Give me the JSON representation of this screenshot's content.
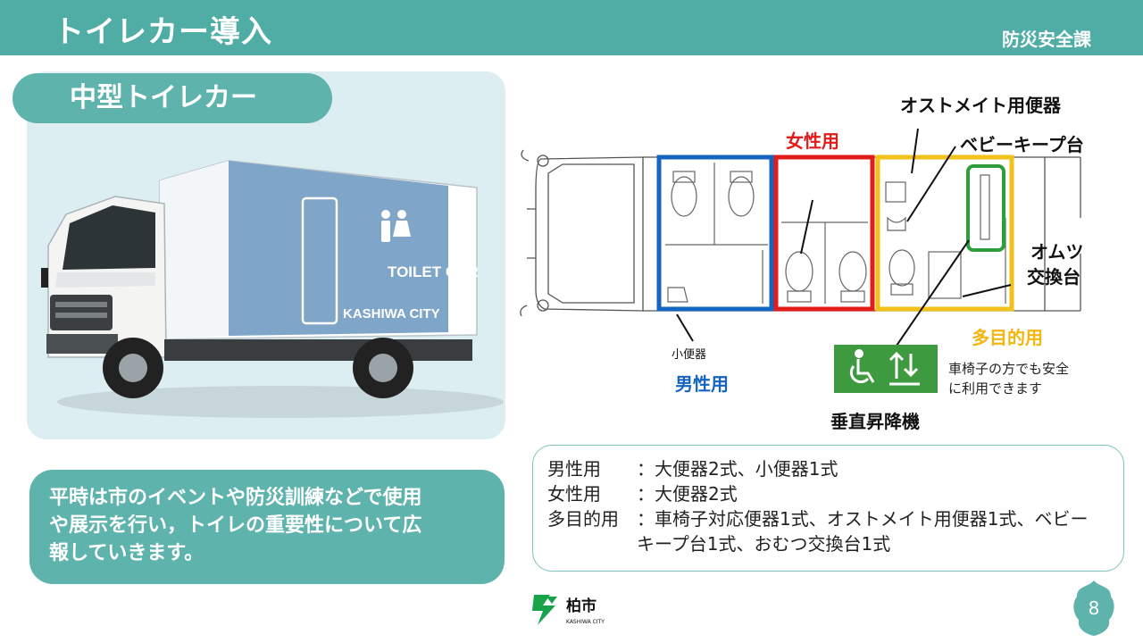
{
  "header": {
    "title": "トイレカー導入",
    "department": "防災安全課"
  },
  "section": {
    "title": "中型トイレカー"
  },
  "truck": {
    "side_text": "TOILET CAR",
    "city_text": "KASHIWA CITY",
    "badge_text": "柏市"
  },
  "description": {
    "lines": [
      "平時は市のイベントや防災訓練などで使用",
      "や展示を行い，トイレの重要性について広",
      "報していきます。"
    ]
  },
  "diagram": {
    "women_label": "女性用",
    "ostomate_label": "オストメイト用便器",
    "baby_keep_label": "ベビーキープ台",
    "diaper_label_1": "オムツ",
    "diaper_label_2": "交換台",
    "multipurpose_label": "多目的用",
    "urinal_label": "小便器",
    "men_label": "男性用",
    "wheelchair_note_1": "車椅子の方でも安全",
    "wheelchair_note_2": "に利用できます",
    "lift_label": "垂直昇降機",
    "colors": {
      "men": "#1565c0",
      "women": "#e21b1b",
      "multi": "#f2c21b",
      "baby": "#2e9e3c",
      "sign": "#3e9a3e"
    }
  },
  "info": {
    "rows": [
      {
        "key": "男性用",
        "value": "：大便器2式、小便器1式"
      },
      {
        "key": "女性用",
        "value": "：大便器2式"
      },
      {
        "key": "多目的用",
        "value": "：車椅子対応便器1式、オストメイト用便器1式、ベビーキープ台1式、おむつ交換台1式"
      }
    ]
  },
  "logo": {
    "name": "柏市",
    "sub": "KASHIWA CITY"
  },
  "page": {
    "number": "8"
  }
}
